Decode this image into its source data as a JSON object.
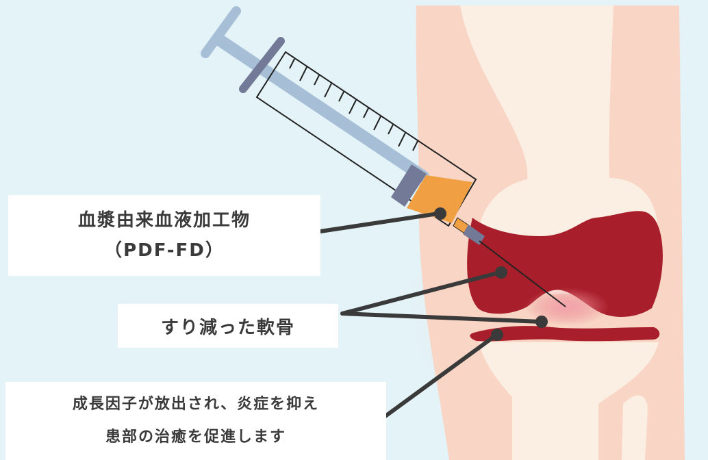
{
  "labels": {
    "pdf_line1": "血漿由来血液加工物",
    "pdf_line2": "（PDF-FD）",
    "cartilage": "すり減った軟骨",
    "effect_line1": "成長因子が放出され、炎症を抑え",
    "effect_line2": "患部の治癒を促進します"
  },
  "colors": {
    "background": "#e3f3f7",
    "skin": "#f8d5c4",
    "bone": "#fbeee3",
    "cartilage": "#a81f2b",
    "fluid": "#f0a042",
    "syringe_barrel": "#a7bfd6",
    "plunger_ring": "#727a98",
    "leader_line": "#3a3a3a"
  },
  "icons": [
    "syringe-icon",
    "knee-joint-illustration"
  ]
}
